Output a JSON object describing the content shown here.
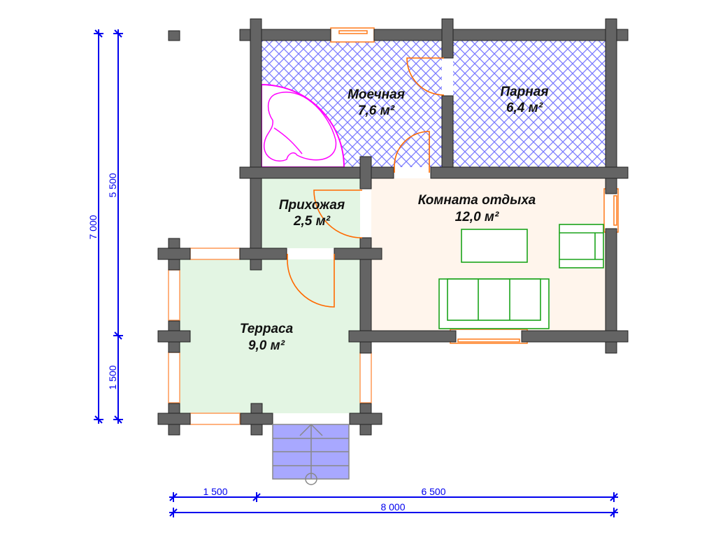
{
  "rooms": [
    {
      "id": "washroom",
      "name": "Моечная",
      "area": "7,6 м²"
    },
    {
      "id": "steam-room",
      "name": "Парная",
      "area": "6,4 м²"
    },
    {
      "id": "hallway",
      "name": "Прихожая",
      "area": "2,5 м²"
    },
    {
      "id": "lounge",
      "name": "Комната отдыха",
      "area": "12,0 м²"
    },
    {
      "id": "terrace",
      "name": "Терраса",
      "area": "9,0 м²"
    }
  ],
  "dimensions": {
    "vertical_total": "7 000",
    "vertical_main": "5 500",
    "vertical_terrace": "1 500",
    "horizontal_terrace": "1 500",
    "horizontal_main": "6 500",
    "horizontal_total": "8 000"
  },
  "colors": {
    "wall": "#646464",
    "wet_hatch": "#7a7aff",
    "hallway": "#e3f5e3",
    "lounge": "#fff5ec",
    "stairs": "#a8a8ff",
    "dimension": "#0000ee",
    "door": "#ff6a00",
    "furniture": "#1aa31a",
    "bath": "#ff00ff"
  }
}
